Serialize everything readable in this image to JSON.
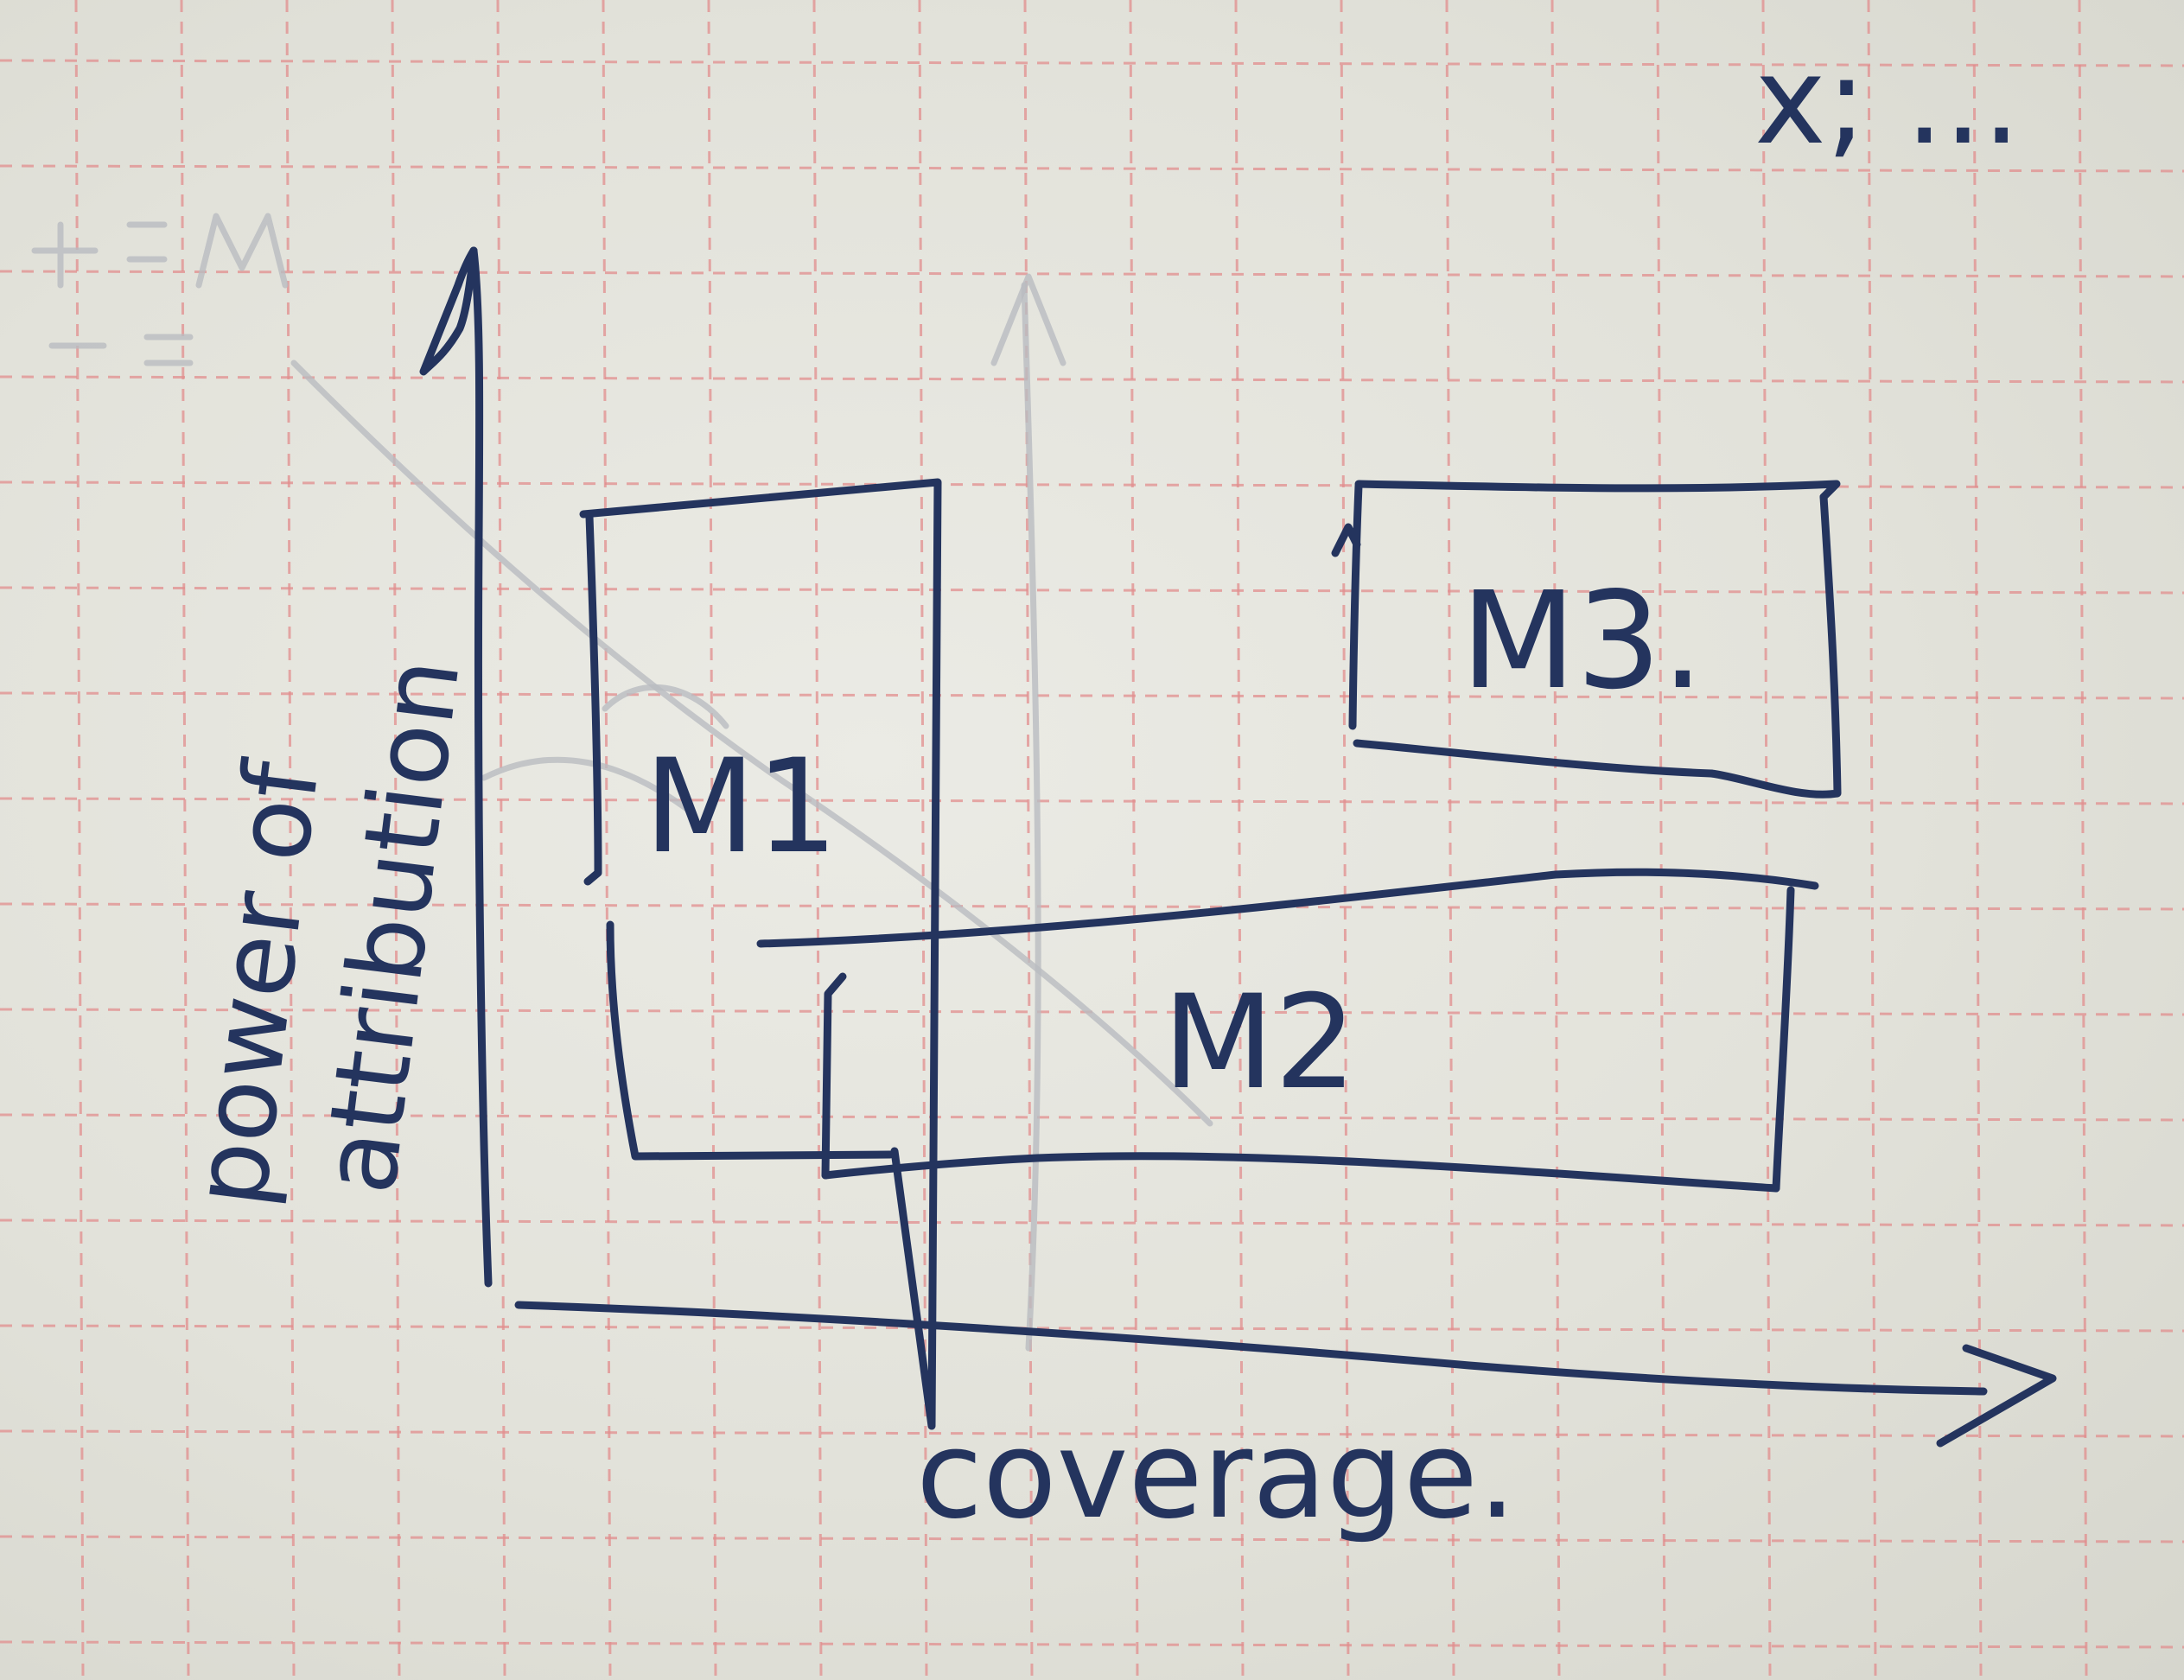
{
  "sketch": {
    "top_right_note": "x; ...",
    "y_axis_label": {
      "line1": "power of",
      "line2": "attribution"
    },
    "x_axis_label": "coverage.",
    "boxes": [
      {
        "label": "M1"
      },
      {
        "label": "M2"
      },
      {
        "label": "M3."
      }
    ]
  },
  "colors": {
    "paper": "#e3e3dc",
    "grid": "#e28e8e",
    "ink": "#24345e",
    "bleed_through": "#b9bcc0"
  }
}
